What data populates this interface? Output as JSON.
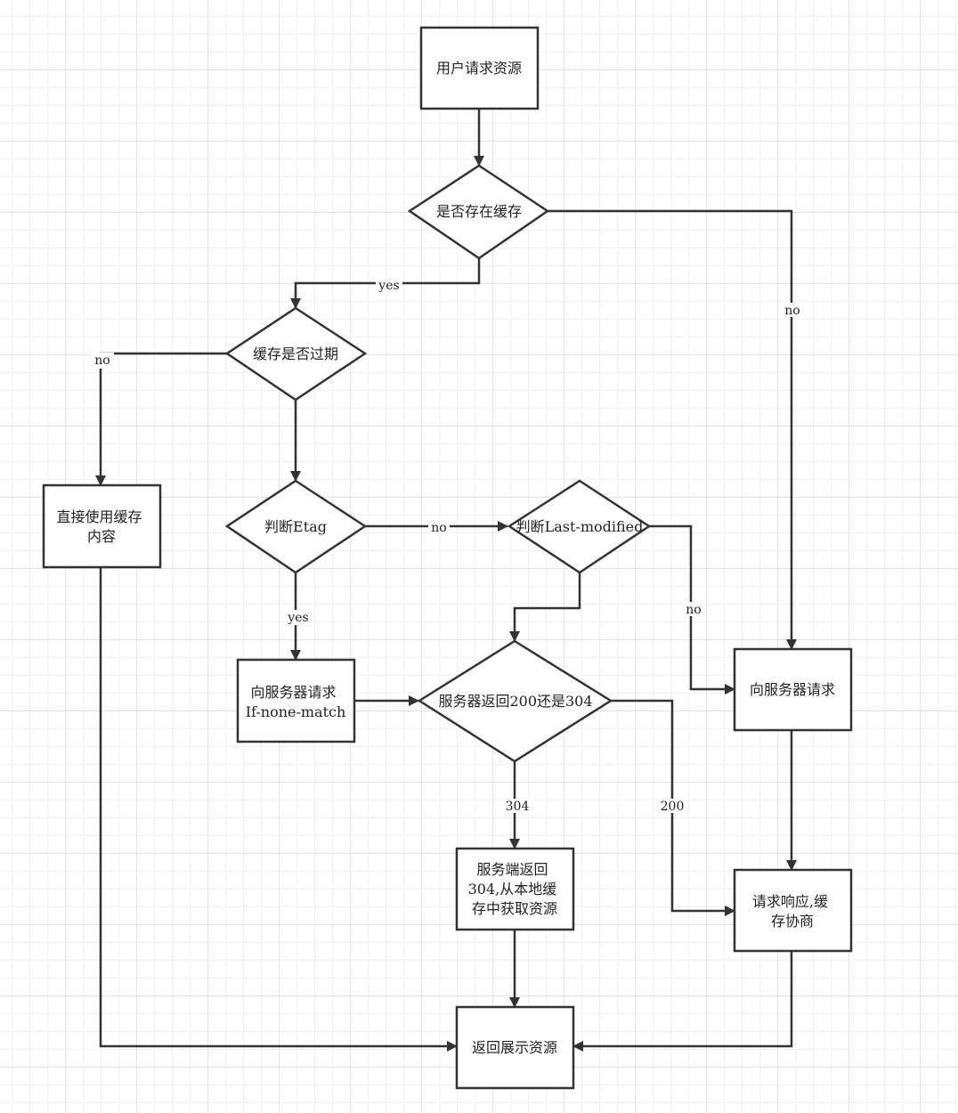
{
  "nodes": {
    "user_request": {
      "lines": [
        "用户请求资源"
      ]
    },
    "cache_exists": {
      "lines": [
        "是否存在缓存"
      ]
    },
    "cache_expired": {
      "lines": [
        "缓存是否过期"
      ]
    },
    "use_cache": {
      "lines": [
        "直接使用缓存",
        "内容"
      ]
    },
    "check_etag": {
      "lines": [
        "判断Etag"
      ]
    },
    "check_last_modified": {
      "lines": [
        "判断Last-modified"
      ]
    },
    "request_if_none_match": {
      "lines": [
        "向服务器请求",
        "If-none-match"
      ]
    },
    "server_200_or_304": {
      "lines": [
        "服务器返回200还是304"
      ]
    },
    "request_server": {
      "lines": [
        "向服务器请求"
      ]
    },
    "server_304_local": {
      "lines": [
        "服务端返回",
        "304,从本地缓",
        "存中获取资源"
      ]
    },
    "response_negotiate": {
      "lines": [
        "请求响应,缓",
        "存协商"
      ]
    },
    "return_resource": {
      "lines": [
        "返回展示资源"
      ]
    }
  },
  "edges": {
    "exists_yes": "yes",
    "exists_no": "no",
    "expired_no": "no",
    "etag_no": "no",
    "etag_yes": "yes",
    "lastmod_no": "no",
    "status_304": "304",
    "status_200": "200"
  },
  "colors": {
    "stroke": "#333333",
    "fill": "#ffffff",
    "grid": "#e4e4e4"
  }
}
